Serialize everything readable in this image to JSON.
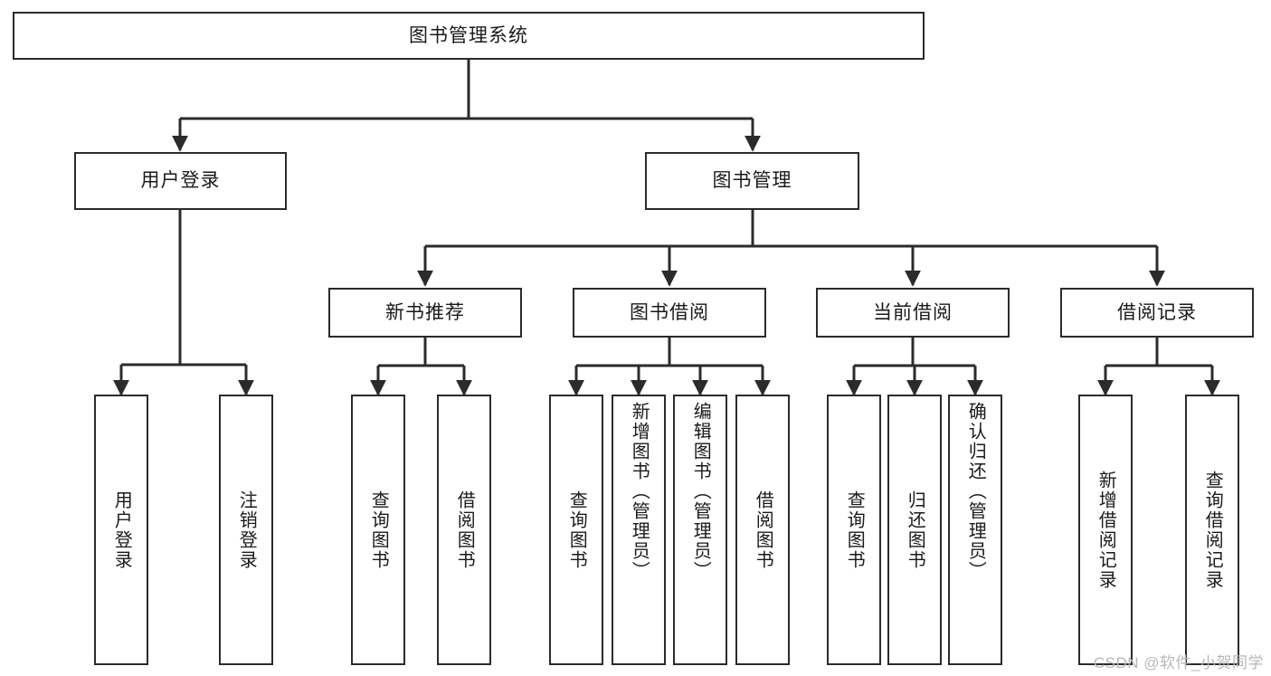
{
  "diagram": {
    "title": "图书管理系统",
    "watermark": "CSDN @软件_小贺同学",
    "colors": {
      "stroke": "#2b2b2b",
      "fill": "#ffffff",
      "text": "#1a1a1a",
      "watermark": "#b7b7b7"
    },
    "nodes": {
      "root": "图书管理系统",
      "user_login": "用户登录",
      "book_manage": "图书管理",
      "new_book_rec": "新书推荐",
      "book_borrow": "图书借阅",
      "current_borrow": "当前借阅",
      "borrow_record": "借阅记录",
      "leaf_user_login": "用户登录",
      "leaf_logout": "注销登录",
      "leaf_query_book_1": "查询图书",
      "leaf_borrow_book_1": "借阅图书",
      "leaf_query_book_2": "查询图书",
      "leaf_add_book": "新增图书（管理员）",
      "leaf_edit_book": "编辑图书（管理员）",
      "leaf_borrow_book_2": "借阅图书",
      "leaf_query_book_3": "查询图书",
      "leaf_return_book": "归还图书",
      "leaf_confirm_return": "确认归还（管理员）",
      "leaf_add_record": "新增借阅记录",
      "leaf_query_record": "查询借阅记录"
    }
  },
  "chart_data": {
    "type": "tree-diagram",
    "title": "图书管理系统",
    "levels": 4,
    "tree": {
      "label": "图书管理系统",
      "children": [
        {
          "label": "用户登录",
          "children": [
            {
              "label": "用户登录",
              "children": []
            },
            {
              "label": "注销登录",
              "children": []
            }
          ]
        },
        {
          "label": "图书管理",
          "children": [
            {
              "label": "新书推荐",
              "children": [
                {
                  "label": "查询图书",
                  "children": []
                },
                {
                  "label": "借阅图书",
                  "children": []
                }
              ]
            },
            {
              "label": "图书借阅",
              "children": [
                {
                  "label": "查询图书",
                  "children": []
                },
                {
                  "label": "新增图书（管理员）",
                  "children": []
                },
                {
                  "label": "编辑图书（管理员）",
                  "children": []
                },
                {
                  "label": "借阅图书",
                  "children": []
                }
              ]
            },
            {
              "label": "当前借阅",
              "children": [
                {
                  "label": "查询图书",
                  "children": []
                },
                {
                  "label": "归还图书",
                  "children": []
                },
                {
                  "label": "确认归还（管理员）",
                  "children": []
                }
              ]
            },
            {
              "label": "借阅记录",
              "children": [
                {
                  "label": "新增借阅记录",
                  "children": []
                },
                {
                  "label": "查询借阅记录",
                  "children": []
                }
              ]
            }
          ]
        }
      ]
    }
  }
}
